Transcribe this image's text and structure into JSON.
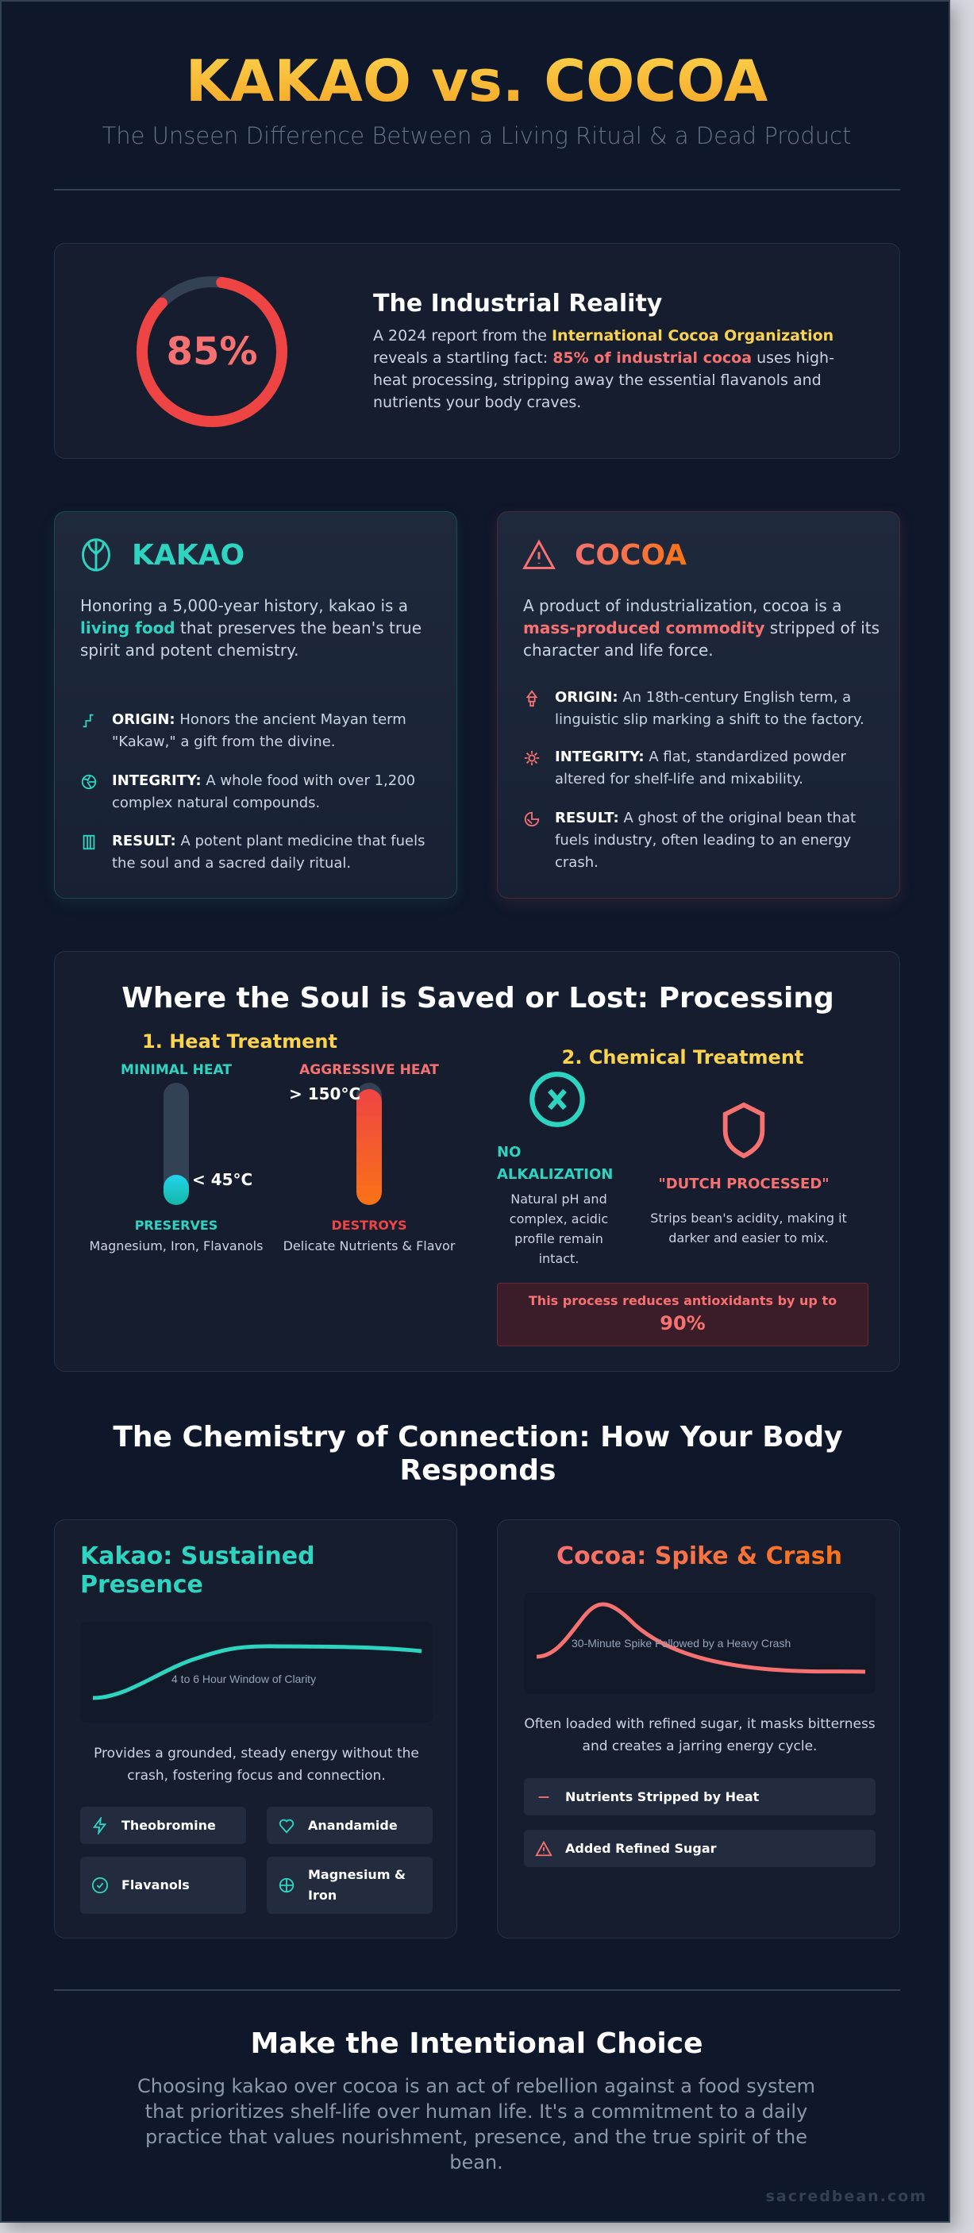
{
  "header": {
    "title": "KAKAO vs. COCOA",
    "subtitle": "The Unseen Difference Between a Living Ritual & a Dead Product"
  },
  "industrial": {
    "stat": "85%",
    "stat_fraction": 0.85,
    "heading": "The Industrial Reality",
    "p1": "A 2024 report from the ",
    "hl1": "International Cocoa Organization",
    "p2": " reveals a startling fact: ",
    "hl2": "85% of industrial cocoa",
    "p3": " uses high-heat processing, stripping away the essential flavanols and nutrients your body craves."
  },
  "kakao": {
    "title": "KAKAO",
    "icon": "tree-icon",
    "intro1": "Honoring a 5,000-year history, kakao is a ",
    "intro_hl": "living food",
    "intro2": " that preserves the bean's true spirit and potent chemistry.",
    "items": [
      {
        "label": "ORIGIN:",
        "text": " Honors the ancient Mayan term \"Kakaw,\" a gift from the divine."
      },
      {
        "label": "INTEGRITY:",
        "text": " A whole food with over 1,200 complex natural compounds."
      },
      {
        "label": "RESULT:",
        "text": " A potent plant medicine that fuels the soul and a sacred daily ritual."
      }
    ]
  },
  "cocoa": {
    "title": "COCOA",
    "icon": "warning-icon",
    "intro1": "A product of industrialization, cocoa is a ",
    "intro_hl": "mass-produced commodity",
    "intro2": " stripped of its character and life force.",
    "items": [
      {
        "label": "ORIGIN:",
        "text": " An 18th-century English term, a linguistic slip marking a shift to the factory."
      },
      {
        "label": "INTEGRITY:",
        "text": " A flat, standardized powder altered for shelf-life and mixability."
      },
      {
        "label": "RESULT:",
        "text": " A ghost of the original bean that fuels industry, often leading to an energy crash."
      }
    ]
  },
  "processing": {
    "title": "Where the Soul is Saved or Lost: Processing",
    "heat": {
      "heading": "1. Heat Treatment",
      "minimal": {
        "label": "MINIMAL HEAT",
        "temp": "< 45°C",
        "fill": 0.25,
        "verdict": "PRESERVES",
        "detail": "Magnesium, Iron, Flavanols"
      },
      "aggressive": {
        "label": "AGGRESSIVE HEAT",
        "temp": "> 150°C",
        "fill": 0.95,
        "verdict": "DESTROYS",
        "detail": "Delicate Nutrients & Flavor"
      }
    },
    "chemical": {
      "heading": "2. Chemical Treatment",
      "no": {
        "label": "NO ALKALIZATION",
        "detail": "Natural pH and complex, acidic profile remain intact."
      },
      "dutch": {
        "label": "\"DUTCH PROCESSED\"",
        "detail": "Strips bean's acidity, making it darker and easier to mix."
      },
      "warning": "This process reduces antioxidants by up to",
      "warning_value": "90%"
    }
  },
  "chemistry": {
    "title": "The Chemistry of Connection: How Your Body Responds",
    "kakao": {
      "title": "Kakao: Sustained Presence",
      "chart_label": "4 to 6 Hour Window of Clarity",
      "text": "Provides a grounded, steady energy without the crash, fostering focus and connection.",
      "pills": [
        {
          "label": "Theobromine",
          "icon": "lightning-icon"
        },
        {
          "label": "Anandamide",
          "icon": "heart-icon"
        },
        {
          "label": "Flavanols",
          "icon": "check-circle-icon"
        },
        {
          "label": "Magnesium & Iron",
          "icon": "leaf-icon"
        }
      ]
    },
    "cocoa": {
      "title": "Cocoa: Spike & Crash",
      "chart_label": "30-Minute Spike Followed by a Heavy Crash",
      "text": "Often loaded with refined sugar, it masks bitterness and creates a jarring energy cycle.",
      "pills": [
        {
          "label": "Nutrients Stripped by Heat",
          "icon": "minus-icon"
        },
        {
          "label": "Added Refined Sugar",
          "icon": "warning-icon"
        }
      ]
    }
  },
  "closing": {
    "title": "Make the Intentional Choice",
    "text": "Choosing kakao over cocoa is an act of rebellion against a food system that prioritizes shelf-life over human life. It's a commitment to a daily practice that values nourishment, presence, and the true spirit of the bean.",
    "brand": "sacredbean.com"
  },
  "colors": {
    "bg": "#0f172a",
    "gold": "#fcd34d",
    "teal": "#2dd4bf",
    "red": "#f87171",
    "orange": "#f97316"
  }
}
